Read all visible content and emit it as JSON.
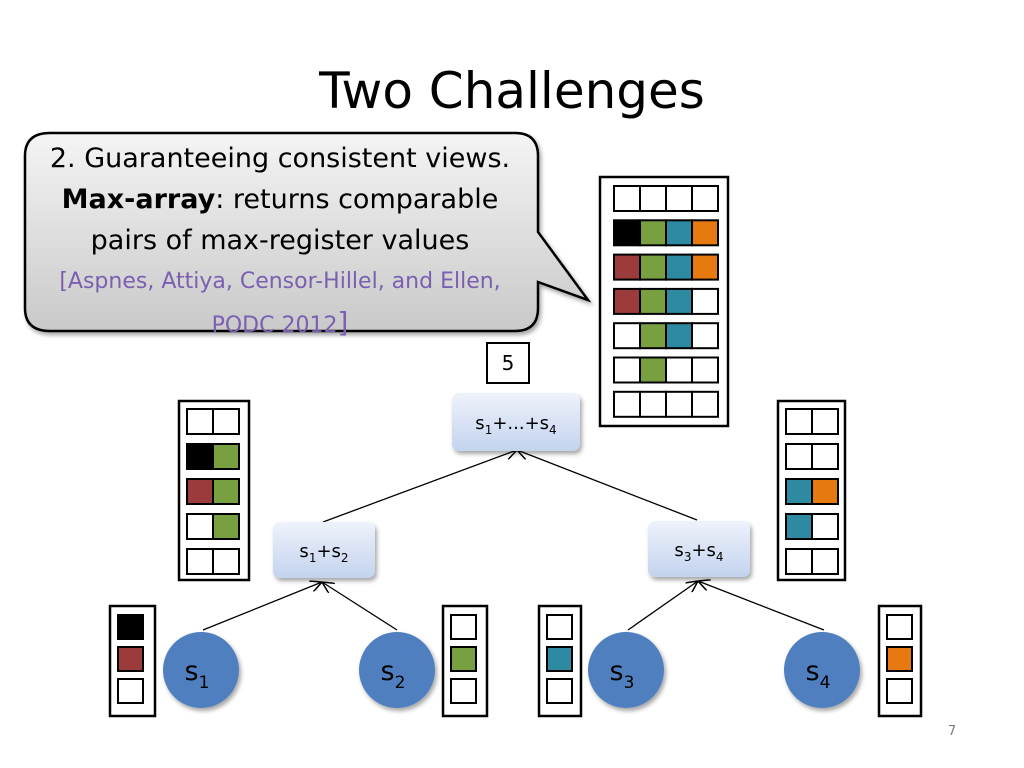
{
  "slide": {
    "title": "Two Challenges",
    "page_number": "7"
  },
  "callout": {
    "line1": "2. Guaranteeing consistent views.",
    "line2_bold": "Max-array",
    "line2_rest": ": returns comparable",
    "line3": "pairs of max-register values",
    "citation_line1": "[Aspnes, Attiya, Censor-Hillel, and Ellen,",
    "citation_line2": "PODC 2012",
    "citation_close": "]"
  },
  "tree": {
    "root": "s1+...+s4",
    "left": "s1+s2",
    "right": "s3+s4",
    "root_counter": "5",
    "leaves": [
      "s1",
      "s2",
      "s3",
      "s4"
    ]
  },
  "colors": {
    "black": "#000000",
    "red": "#9b3b3b",
    "green": "#78a040",
    "teal": "#2e8aa0",
    "orange": "#e67a10",
    "empty": "#ffffff",
    "node_top": "#eef2fb",
    "node_bottom": "#c3d3ee",
    "leaf_fill": "#4f7fbf",
    "citation": "#7b5fb0"
  },
  "arrays": {
    "root_array": [
      [
        "empty",
        "empty",
        "empty",
        "empty"
      ],
      [
        "black",
        "green",
        "teal",
        "orange"
      ],
      [
        "red",
        "green",
        "teal",
        "orange"
      ],
      [
        "red",
        "green",
        "teal",
        "empty"
      ],
      [
        "empty",
        "green",
        "teal",
        "empty"
      ],
      [
        "empty",
        "green",
        "empty",
        "empty"
      ],
      [
        "empty",
        "empty",
        "empty",
        "empty"
      ]
    ],
    "left_array": [
      [
        "empty",
        "empty"
      ],
      [
        "black",
        "green"
      ],
      [
        "red",
        "green"
      ],
      [
        "empty",
        "green"
      ],
      [
        "empty",
        "empty"
      ]
    ],
    "right_array": [
      [
        "empty",
        "empty"
      ],
      [
        "empty",
        "empty"
      ],
      [
        "teal",
        "orange"
      ],
      [
        "teal",
        "empty"
      ],
      [
        "empty",
        "empty"
      ]
    ],
    "leaf_arrays": [
      [
        "black",
        "red",
        "empty"
      ],
      [
        "empty",
        "green",
        "empty"
      ],
      [
        "empty",
        "teal",
        "empty"
      ],
      [
        "empty",
        "orange",
        "empty"
      ]
    ]
  }
}
